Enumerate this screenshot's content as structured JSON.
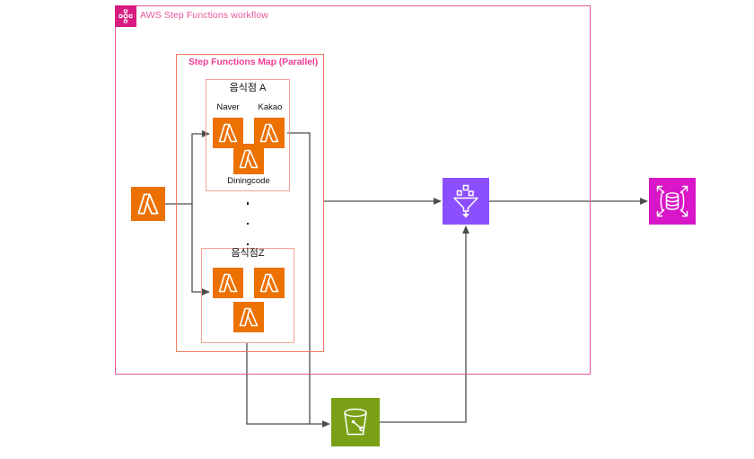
{
  "diagram": {
    "title": "AWS Step Functions workflow",
    "badge_icon": "step-functions-icon",
    "colors": {
      "workflow_border": "#E7559A",
      "workflow_badge": "#D81B7E",
      "map_border": "#F07A62",
      "map_title": "#EE3E96",
      "group_border": "#F5A094",
      "lambda_orange": "#ED7100",
      "transform_purple": "#8C4FFF",
      "warehouse_magenta": "#D916C8",
      "bucket_green": "#7AA116",
      "connector": "#4D4D4D"
    }
  },
  "map": {
    "title": "Step Functions Map (Parallel)",
    "ellipsis": "···",
    "groups": [
      {
        "name": "group-a",
        "title": "음식점 A",
        "tasks": [
          {
            "label": "Naver",
            "icon": "lambda-icon",
            "label_position": "above"
          },
          {
            "label": "Kakao",
            "icon": "lambda-icon",
            "label_position": "above"
          },
          {
            "label": "Diningcode",
            "icon": "lambda-icon",
            "label_position": "below"
          }
        ]
      },
      {
        "name": "group-z",
        "title": "음식점Z",
        "tasks": [
          {
            "label": "",
            "icon": "lambda-icon",
            "label_position": "none"
          },
          {
            "label": "",
            "icon": "lambda-icon",
            "label_position": "none"
          },
          {
            "label": "",
            "icon": "lambda-icon",
            "label_position": "none"
          }
        ]
      }
    ]
  },
  "services": {
    "trigger": {
      "name": "trigger-lambda",
      "icon": "lambda-icon",
      "label": ""
    },
    "transform": {
      "name": "data-transform",
      "icon": "funnel-transform-icon",
      "label": ""
    },
    "warehouse": {
      "name": "data-warehouse",
      "icon": "database-expand-icon",
      "label": ""
    },
    "bucket": {
      "name": "object-storage",
      "icon": "s3-bucket-icon",
      "label": ""
    }
  }
}
